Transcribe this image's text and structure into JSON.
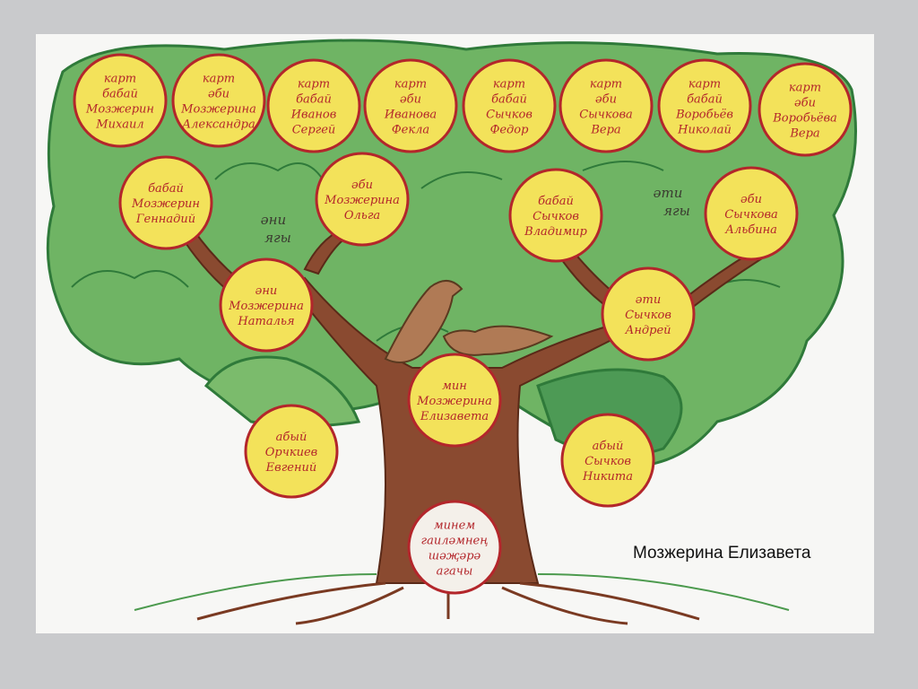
{
  "drawing": {
    "side_labels": {
      "mother_side": [
        "әни",
        "ягы"
      ],
      "father_side": [
        "әти",
        "ягы"
      ]
    },
    "nodes": [
      {
        "id": "great-grandfather-1",
        "lines": [
          "карт",
          "бабай",
          "Мозжерин",
          "Михаил"
        ]
      },
      {
        "id": "great-grandmother-1",
        "lines": [
          "карт",
          "әби",
          "Мозжерина",
          "Александра"
        ]
      },
      {
        "id": "great-grandfather-2",
        "lines": [
          "карт",
          "бабай",
          "Иванов",
          "Сергей"
        ]
      },
      {
        "id": "great-grandmother-2",
        "lines": [
          "карт",
          "әби",
          "Иванова",
          "Фекла"
        ]
      },
      {
        "id": "great-grandfather-3",
        "lines": [
          "карт",
          "бабай",
          "Сычков",
          "Федор"
        ]
      },
      {
        "id": "great-grandmother-3",
        "lines": [
          "карт",
          "әби",
          "Сычкова",
          "Вера"
        ]
      },
      {
        "id": "great-grandfather-4",
        "lines": [
          "карт",
          "бабай",
          "Воробьёв",
          "Николай"
        ]
      },
      {
        "id": "great-grandmother-4",
        "lines": [
          "карт",
          "әби",
          "Воробьёва",
          "Вера"
        ]
      },
      {
        "id": "grandfather-1",
        "lines": [
          "бабай",
          "Мозжерин",
          "Геннадий"
        ]
      },
      {
        "id": "grandmother-1",
        "lines": [
          "әби",
          "Мозжерина",
          "Ольга"
        ]
      },
      {
        "id": "grandfather-2",
        "lines": [
          "бабай",
          "Сычков",
          "Владимир"
        ]
      },
      {
        "id": "grandmother-2",
        "lines": [
          "әби",
          "Сычкова",
          "Альбина"
        ]
      },
      {
        "id": "mother",
        "lines": [
          "әни",
          "Мозжерина",
          "Наталья"
        ]
      },
      {
        "id": "father",
        "lines": [
          "әти",
          "Сычков",
          "Андрей"
        ]
      },
      {
        "id": "me",
        "lines": [
          "мин",
          "Мозжерина",
          "Елизавета"
        ]
      },
      {
        "id": "brother-1",
        "lines": [
          "абый",
          "Орчкиев",
          "Евгений"
        ]
      },
      {
        "id": "brother-2",
        "lines": [
          "абый",
          "Сычков",
          "Никита"
        ]
      },
      {
        "id": "title",
        "lines": [
          "минем",
          "гаиләмнең",
          "шәҗәрә",
          "агачы"
        ]
      }
    ]
  },
  "caption": "Мозжерина Елизавета",
  "colors": {
    "leaf": "#5fa85a",
    "leaf_outline": "#2f7a3a",
    "trunk": "#8a4a30",
    "circle_fill": "#f3e25a",
    "circle_outline": "#b3262b",
    "paper": "#f7f7f5"
  }
}
